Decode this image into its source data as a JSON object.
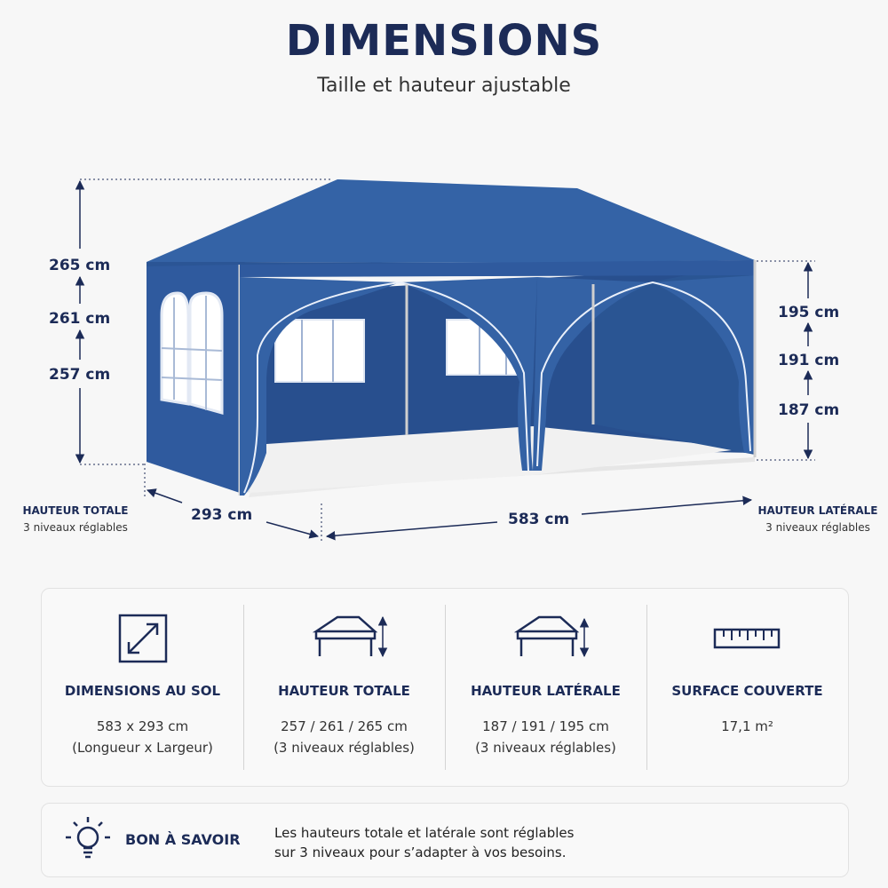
{
  "header": {
    "title": "DIMENSIONS",
    "subtitle": "Taille et hauteur ajustable"
  },
  "dimensions": {
    "total_heights": [
      "265 cm",
      "261 cm",
      "257 cm"
    ],
    "side_heights": [
      "195 cm",
      "191 cm",
      "187 cm"
    ],
    "width": "293 cm",
    "length": "583 cm"
  },
  "captions": {
    "left_title": "HAUTEUR TOTALE",
    "left_sub": "3 niveaux réglables",
    "right_title": "HAUTEUR LATÉRALE",
    "right_sub": "3 niveaux réglables"
  },
  "specs": [
    {
      "icon": "diagonal-arrow-icon",
      "title": "DIMENSIONS AU SOL",
      "line1": "583 x 293 cm",
      "line2": "(Longueur x Largeur)"
    },
    {
      "icon": "tent-total-height-icon",
      "title": "HAUTEUR TOTALE",
      "line1": "257 / 261 / 265 cm",
      "line2": "(3 niveaux réglables)"
    },
    {
      "icon": "tent-side-height-icon",
      "title": "HAUTEUR LATÉRALE",
      "line1": "187 / 191 / 195 cm",
      "line2": "(3 niveaux réglables)"
    },
    {
      "icon": "ruler-icon",
      "title": "SURFACE COUVERTE",
      "line1": "17,1 m²",
      "line2": ""
    }
  ],
  "tip": {
    "icon": "lightbulb-icon",
    "title": "BON À SAVOIR",
    "text1": "Les hauteurs totale et latérale sont réglables",
    "text2": "sur 3 niveaux pour s’adapter à vos besoins."
  },
  "colors": {
    "navy": "#1c2b57",
    "tent_blue": "#2f5a9e",
    "tent_dark": "#21447d"
  }
}
